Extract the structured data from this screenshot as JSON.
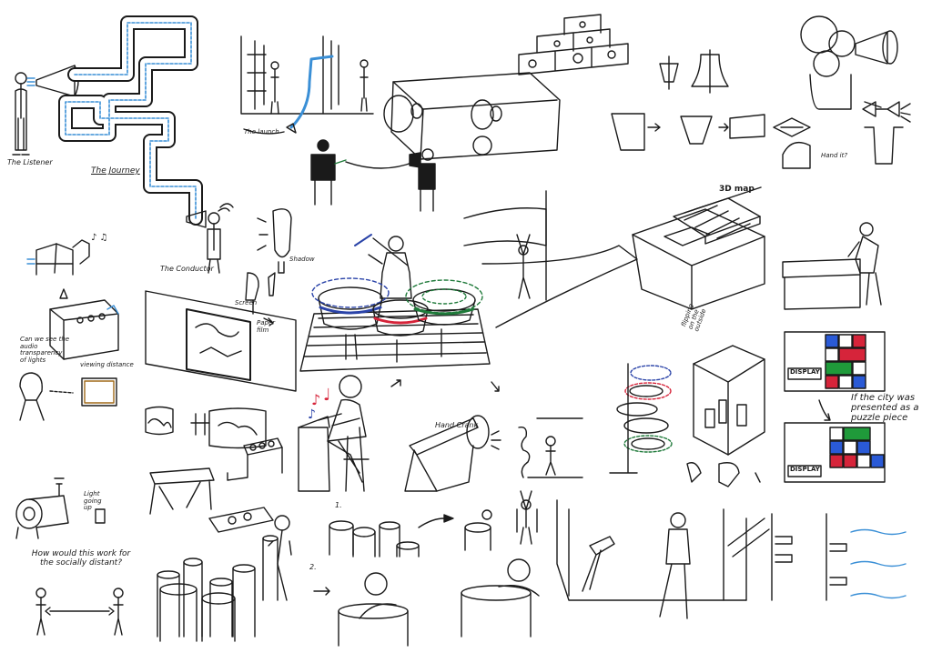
{
  "colors": {
    "ink": "#1a1a1a",
    "pipe_blue": "#3a8fd6",
    "drum_blue": "#2a43a8",
    "drum_red": "#d6243a",
    "drum_green": "#1f7a3a",
    "puzzle_blue": "#2a5ad6",
    "puzzle_red": "#d6243a",
    "puzzle_green": "#1f9a3a",
    "note_red": "#d6243a",
    "note_blue": "#2a43a8"
  },
  "labels": {
    "the_listener": "The Listener",
    "the_journey": "The Journey",
    "the_conductor": "The Conductor",
    "the_launch": "The launch",
    "flow_note": "Can we see the audio transparency of lights",
    "viewing_distance": "viewing distance",
    "screen": "Screen",
    "paper_film": "Paper film",
    "shadow": "Shadow",
    "hand_crank": "Hand Crank",
    "map_3d": "3D map",
    "flipping_card": "flipping on the outside",
    "display_1": "DISPLAY",
    "display_2": "DISPLAY",
    "puzzle_question": "If the city was presented as a puzzle piece",
    "hand_it": "Hand it?",
    "light_note": "Light going up",
    "social_distance_q": "How would this work for the socially distant?",
    "step_1": "1.",
    "step_2": "2."
  }
}
